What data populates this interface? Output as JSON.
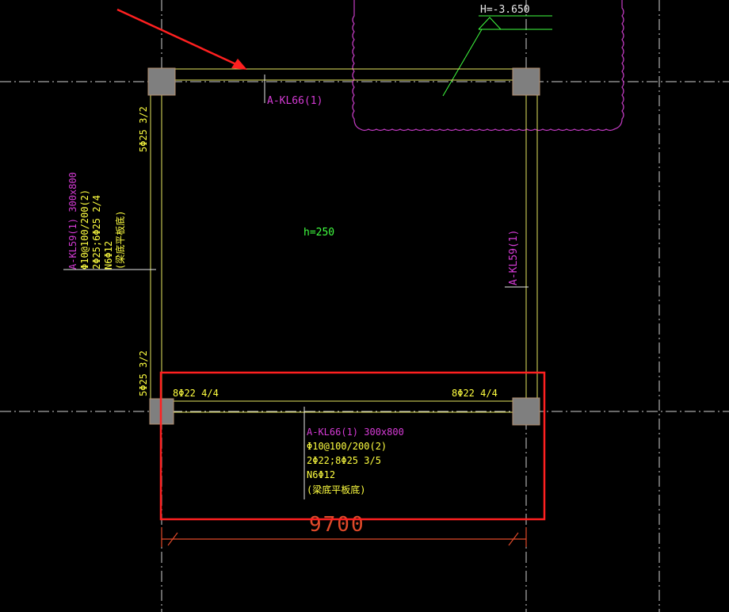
{
  "drawing": {
    "elevation_label": "H=-3.650",
    "slab_thickness": "h=250",
    "dimension": "9700",
    "top_beam": {
      "label": "A-KL66(1)"
    },
    "right_beam": {
      "label": "A-KL59(1)"
    },
    "left_beam": {
      "lines": [
        "A-KL59(1) 300x800",
        "Φ10@100/200(2)",
        "2Φ25;6Φ25 2/4",
        "N6Φ12",
        "(梁底平板底)"
      ]
    },
    "left_rebar_top": "5Φ25 3/2",
    "left_rebar_bottom": "5Φ25 3/2",
    "bottom_beam": {
      "lines": [
        "A-KL66(1) 300x800",
        "Φ10@100/200(2)",
        "2Φ22;8Φ25 3/5",
        "N6Φ12",
        "(梁底平板底)"
      ],
      "rebar_left": "8Φ22 4/4",
      "rebar_right": "8Φ22 4/4"
    }
  },
  "colors": {
    "background": "#000000",
    "beam_lines": "#ffff40",
    "beam_labels": "#d63bd6",
    "columns": "#808080",
    "dimension": "#e04a2a",
    "highlight": "#ff2020",
    "elevation": "#40ff40"
  }
}
